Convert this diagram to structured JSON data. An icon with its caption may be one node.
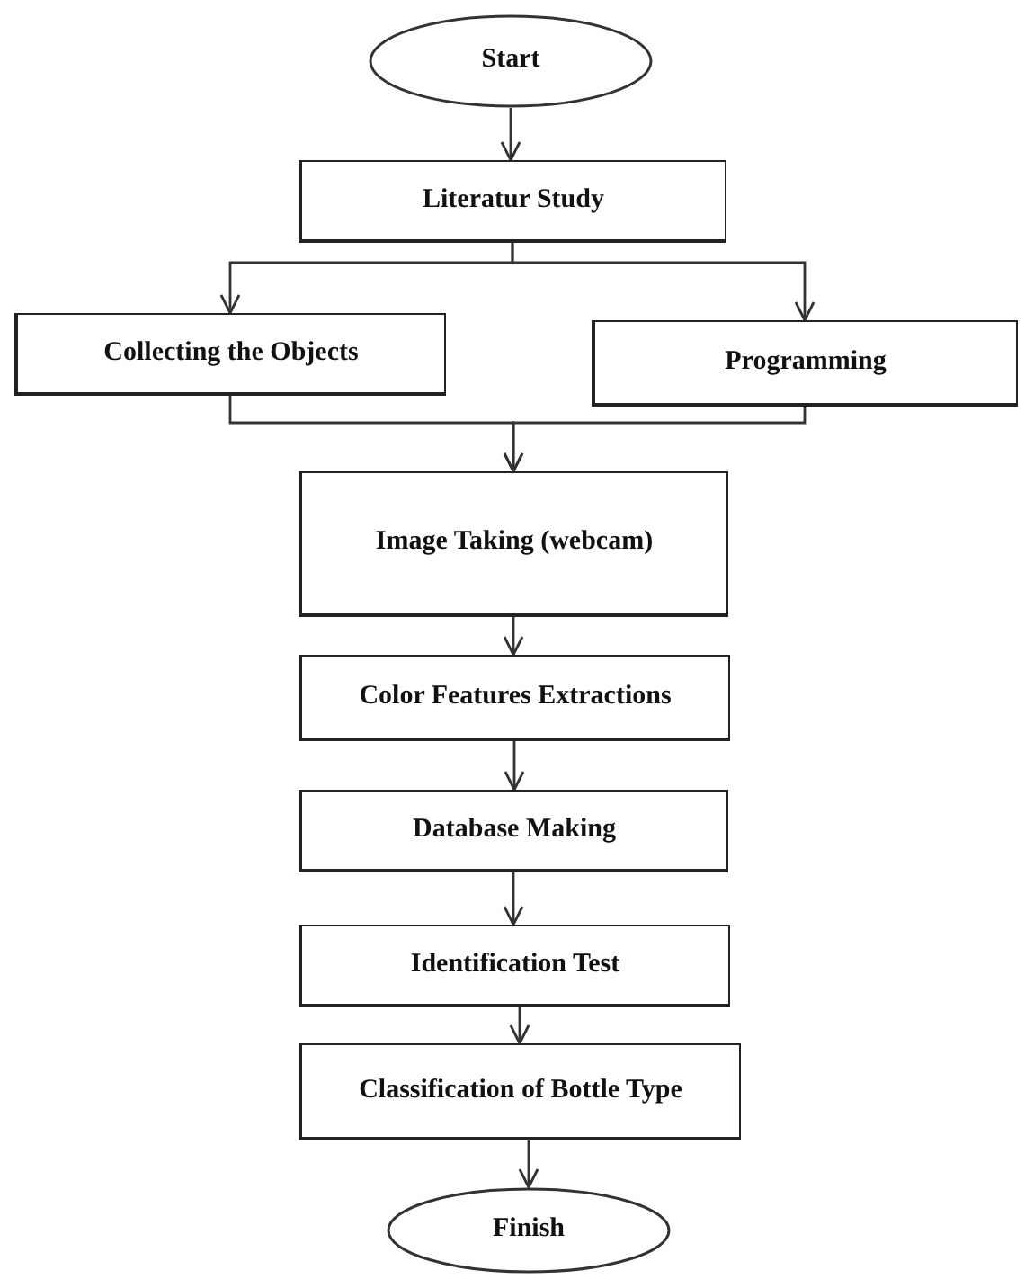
{
  "diagram": {
    "nodes": [
      {
        "text": [
          "Start"
        ]
      },
      {
        "text": [
          "Literatur Study"
        ]
      },
      {
        "text": [
          "Collecting the Objects"
        ]
      },
      {
        "text": [
          "Programming"
        ]
      },
      {
        "text": [
          "Image Taking (webcam)"
        ]
      },
      {
        "text": [
          "Color Features Extractions"
        ]
      },
      {
        "text": [
          "Database Making"
        ]
      },
      {
        "text": [
          "Identification Test"
        ]
      },
      {
        "text": [
          "Classification of Bottle Type"
        ]
      },
      {
        "text": [
          "Finish"
        ]
      }
    ],
    "edges": [
      {
        "from": 0,
        "to": 1,
        "arrow": "to"
      },
      {
        "from": 1,
        "to": 2,
        "arrow": "to"
      },
      {
        "from": 1,
        "to": 3,
        "arrow": "to"
      },
      {
        "from": 2,
        "to": 4,
        "arrow": "to"
      },
      {
        "from": 3,
        "to": 4,
        "arrow": "to"
      },
      {
        "from": 4,
        "to": 5,
        "arrow": "to"
      },
      {
        "from": 5,
        "to": 6,
        "arrow": "to"
      },
      {
        "from": 6,
        "to": 7,
        "arrow": "to"
      },
      {
        "from": 7,
        "to": 8,
        "arrow": "to"
      },
      {
        "from": 8,
        "to": 9,
        "arrow": "to"
      }
    ]
  }
}
